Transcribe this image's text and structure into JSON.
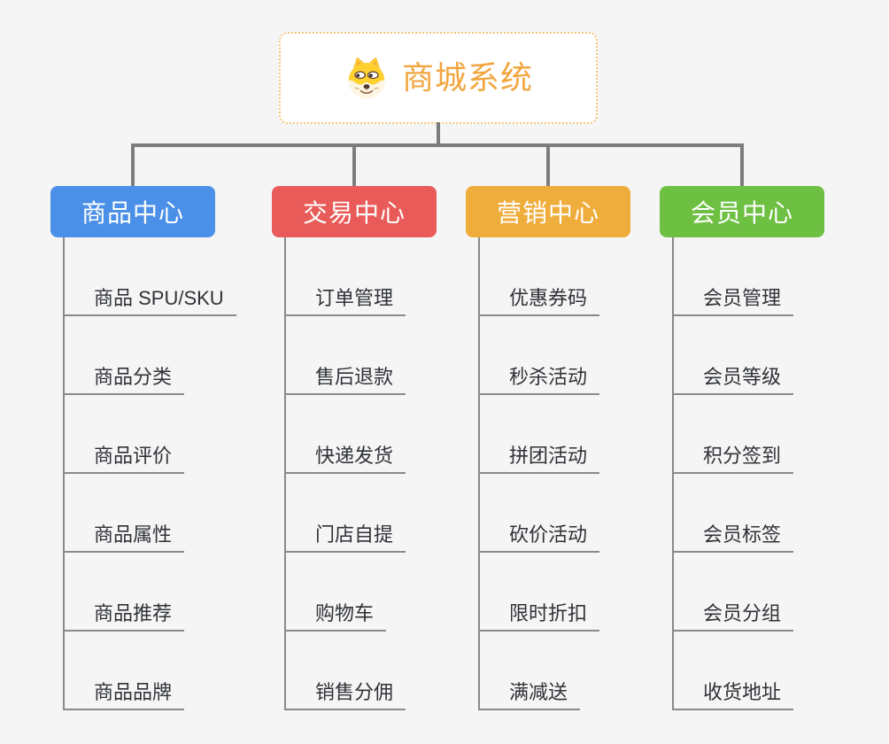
{
  "canvas": {
    "background_color": "#F5F5F5",
    "connector_color": "#7D7D7D",
    "subline_color": "#8A8A8A"
  },
  "root": {
    "title": "商城系统",
    "icon": "shiba-dog-emoji",
    "text_color": "#F2A640",
    "border_color": "#F3C574"
  },
  "branches": [
    {
      "label": "商品中心",
      "color": "#4B90E8",
      "items": [
        "商品 SPU/SKU",
        "商品分类",
        "商品评价",
        "商品属性",
        "商品推荐",
        "商品品牌"
      ]
    },
    {
      "label": "交易中心",
      "color": "#E85B58",
      "items": [
        "订单管理",
        "售后退款",
        "快递发货",
        "门店自提",
        "购物车",
        "销售分佣"
      ]
    },
    {
      "label": "营销中心",
      "color": "#EFAD3C",
      "items": [
        "优惠券码",
        "秒杀活动",
        "拼团活动",
        "砍价活动",
        "限时折扣",
        "满减送"
      ]
    },
    {
      "label": "会员中心",
      "color": "#6EC043",
      "items": [
        "会员管理",
        "会员等级",
        "积分签到",
        "会员标签",
        "会员分组",
        "收货地址"
      ]
    }
  ]
}
